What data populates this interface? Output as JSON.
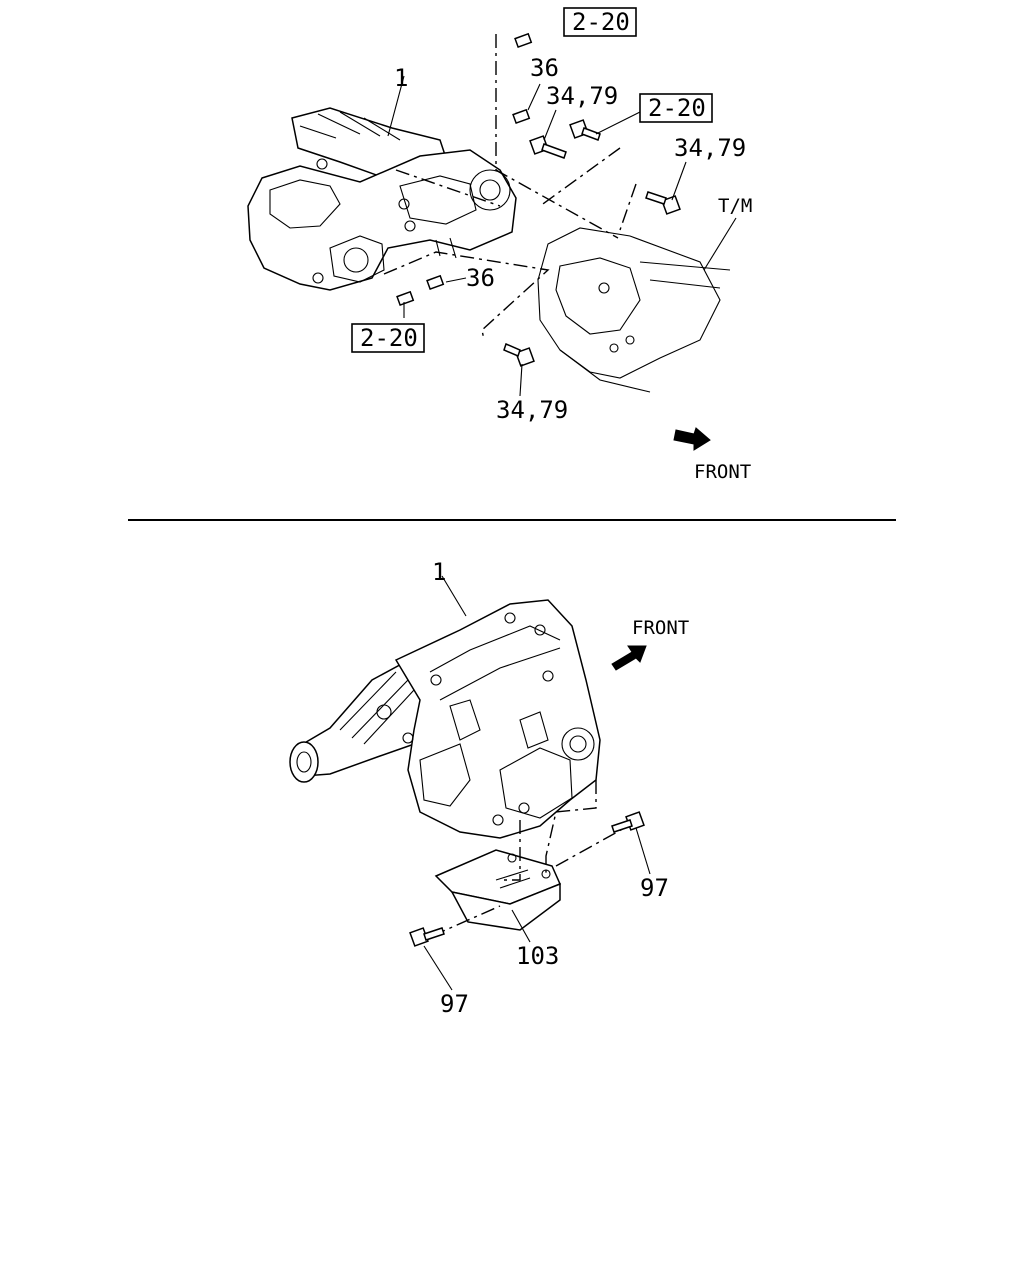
{
  "top_view": {
    "callouts": {
      "main_unit": "1",
      "ref_top": "2-20",
      "pin_upper": "36",
      "bolt_upper": "34,79",
      "ref_right": "2-20",
      "bolt_right": "34,79",
      "transmission": "T/M",
      "pin_lower": "36",
      "ref_left": "2-20",
      "bolt_lower": "34,79"
    },
    "direction": "FRONT"
  },
  "bottom_view": {
    "callouts": {
      "main_unit": "1",
      "bolt_right": "97",
      "skid_plate": "103",
      "bolt_left": "97"
    },
    "direction": "FRONT"
  }
}
